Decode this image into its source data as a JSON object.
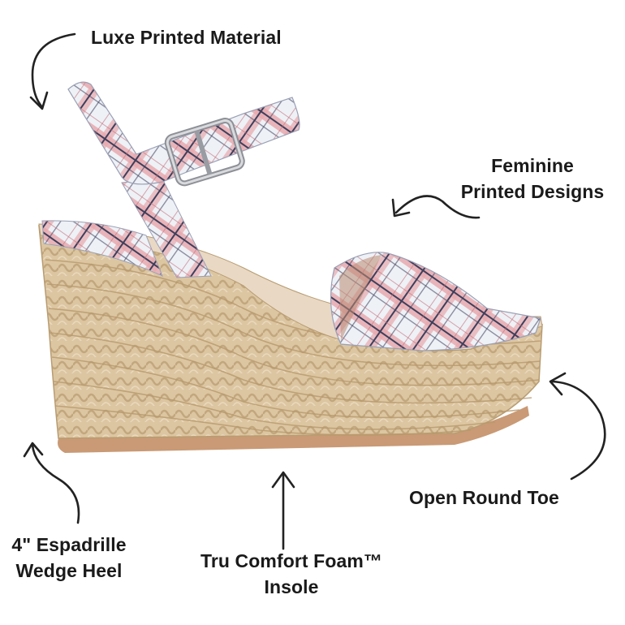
{
  "callouts": {
    "luxe_material": "Luxe Printed Material",
    "feminine_designs": [
      "Feminine",
      "Printed Designs"
    ],
    "open_round_toe": "Open Round Toe",
    "heel": [
      "4\" Espadrille",
      "Wedge Heel"
    ],
    "insole": [
      "Tru Comfort Foam™",
      "Insole"
    ]
  },
  "colors": {
    "text": "#1a1a1a",
    "jute": "#d9c29d",
    "jute_dark": "#b89c71",
    "plaid_base": "#eef1f6",
    "plaid_pink": "#e8a9ae",
    "plaid_navy": "#3d3f5c",
    "sole": "#c99a75"
  }
}
